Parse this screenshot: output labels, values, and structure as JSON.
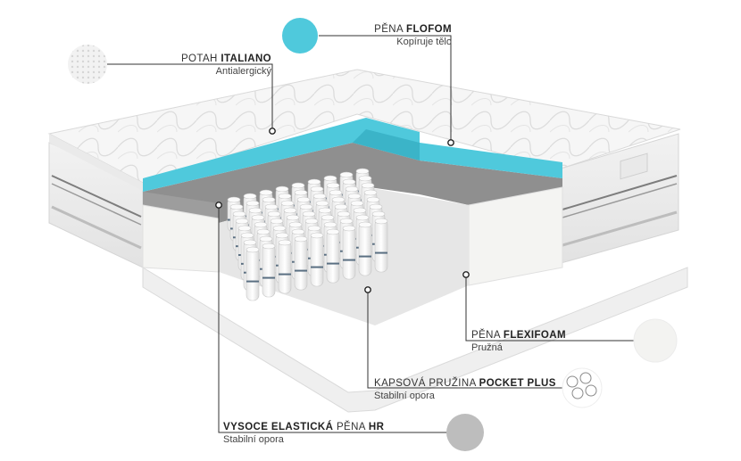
{
  "labels": {
    "flofom": {
      "prefix": "PĚNA",
      "bold": "FLOFOM",
      "sub": "Kopíruje tělo"
    },
    "italiano": {
      "prefix": "POTAH",
      "bold": "ITALIANO",
      "sub": "Antialergický"
    },
    "flexifoam": {
      "prefix": "PĚNA",
      "bold": "FLEXIFOAM",
      "sub": "Pružná"
    },
    "pocket": {
      "prefix": "KAPSOVÁ PRUŽINA",
      "bold": "POCKET PLUS",
      "sub": "Stabilní opora"
    },
    "hr": {
      "bold1": "VYSOCE ELASTICKÁ",
      "middle": "PĚNA",
      "bold2": "HR",
      "sub": "Stabilní opora"
    }
  },
  "colors": {
    "flofom": "#4fc9dc",
    "flexifoam": "#f4f4f2",
    "hr": "#bdbdbd",
    "cover": "#f7f7f7",
    "foam_gray": "#8c8c8c",
    "leader": "#333333"
  }
}
